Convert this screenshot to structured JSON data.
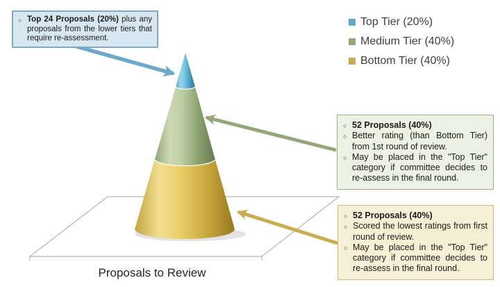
{
  "ui": {
    "bullet_char": "○"
  },
  "slide": {
    "background": "#ffffff",
    "axis_label": "Proposals to Review"
  },
  "legend": {
    "position": "top-right",
    "items": [
      {
        "label": "Top Tier (20%)",
        "color": "#62a9cd"
      },
      {
        "label": "Medium Tier (40%)",
        "color": "#93a87b"
      },
      {
        "label": "Bottom Tier (40%)",
        "color": "#c6a952"
      }
    ]
  },
  "callouts": {
    "top": {
      "bg": "#d7e7f2",
      "border": "#7fa8c5",
      "arrow_color": "#6ca9cb",
      "items": [
        {
          "bold": "Top 24 Proposals (20%)",
          "text": " plus any proposals from the lower tiers that require re-assessment."
        }
      ]
    },
    "medium": {
      "bg": "#edf1e4",
      "border": "#9caf85",
      "arrow_color": "#93a77b",
      "items": [
        {
          "bold": "52 Proposals (40%)",
          "text": ""
        },
        {
          "bold": "",
          "text": "Better rating (than Bottom Tier) from 1st round of review."
        },
        {
          "bold": "",
          "text": "May be placed in the \"Top Tier\" category if committee decides to re-assess in the final round."
        }
      ]
    },
    "bottom": {
      "bg": "#f6efd5",
      "border": "#c5b774",
      "arrow_color": "#c8ad51",
      "items": [
        {
          "bold": "52 Proposals (40%)",
          "text": ""
        },
        {
          "bold": "",
          "text": "Scored the lowest ratings from first round of review."
        },
        {
          "bold": "",
          "text": "May be placed in the \"Top Tier\" category if committee decides to re-assess in the final round."
        }
      ]
    }
  },
  "chart_data": {
    "type": "pie",
    "subtype": "3d-cone-tiers",
    "categories": [
      "Top Tier",
      "Medium Tier",
      "Bottom Tier"
    ],
    "values": [
      20,
      40,
      40
    ],
    "units": "%",
    "proposal_counts": [
      24,
      52,
      52
    ],
    "colors": [
      "#62a9cd",
      "#93a87b",
      "#c6a952"
    ],
    "axis_label": "Proposals to Review",
    "legend_position": "top-right",
    "grid": false
  }
}
